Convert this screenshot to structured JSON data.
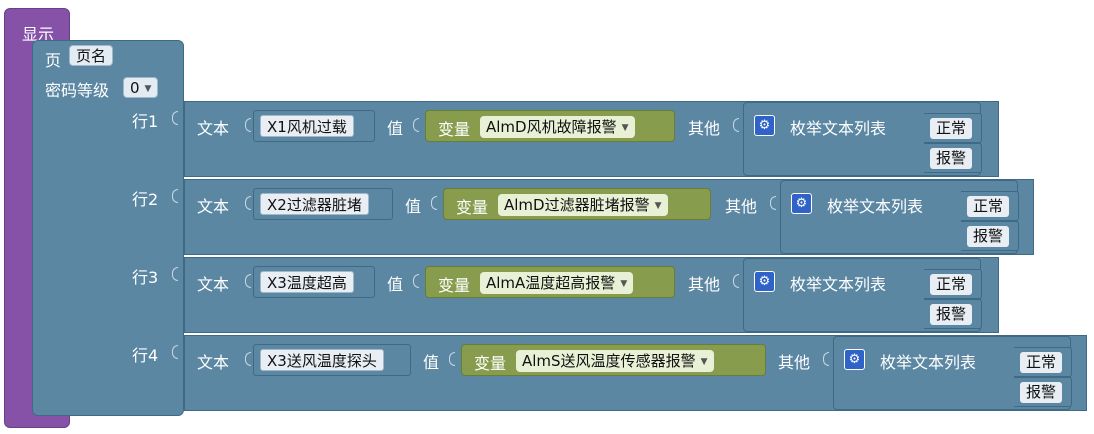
{
  "display_block": {
    "label": "显示"
  },
  "page_block": {
    "page_label": "页",
    "page_name": "页名",
    "password_label": "密码等级",
    "password_value": "0"
  },
  "labels": {
    "text": "文本",
    "value": "值",
    "variable": "变量",
    "other": "其他",
    "enum_list": "枚举文本列表"
  },
  "rows": [
    {
      "label": "行1",
      "text": "X1风机过载",
      "variable": "AlmD风机故障报警",
      "options": [
        "正常",
        "报警"
      ]
    },
    {
      "label": "行2",
      "text": "X2过滤器脏堵",
      "variable": "AlmD过滤器脏堵报警",
      "options": [
        "正常",
        "报警"
      ]
    },
    {
      "label": "行3",
      "text": "X3温度超高",
      "variable": "AlmA温度超高报警",
      "options": [
        "正常",
        "报警"
      ]
    },
    {
      "label": "行4",
      "text": "X3送风温度探头",
      "variable": "AlmS送风温度传感器报警",
      "options": [
        "正常",
        "报警"
      ]
    }
  ],
  "colors": {
    "display_block": "#8552a8",
    "page_block": "#5b87a3",
    "variable_block": "#879d4d",
    "gear_icon": "#2f63c8"
  }
}
